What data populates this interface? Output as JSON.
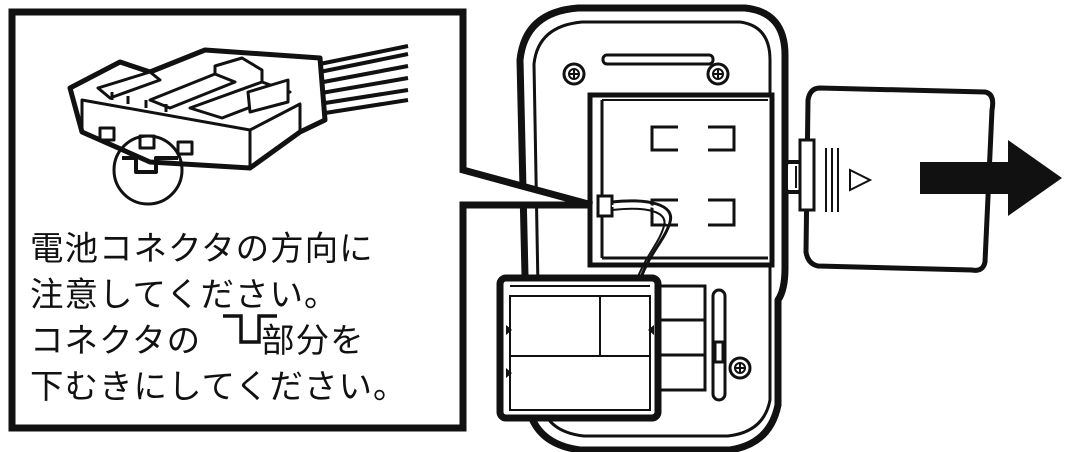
{
  "instruction": {
    "line1": "電池コネクタの方向に",
    "line2": "注意してください。",
    "line3_before": "コネクタの",
    "line3_after": "部分を",
    "line4": "下むきにしてください。"
  },
  "icons": [
    "connector-tab-symbol-icon",
    "arrow-right-icon",
    "triangle-marker-icon",
    "screw-icon"
  ],
  "colors": {
    "ink": "#111111",
    "paper": "#ffffff"
  }
}
